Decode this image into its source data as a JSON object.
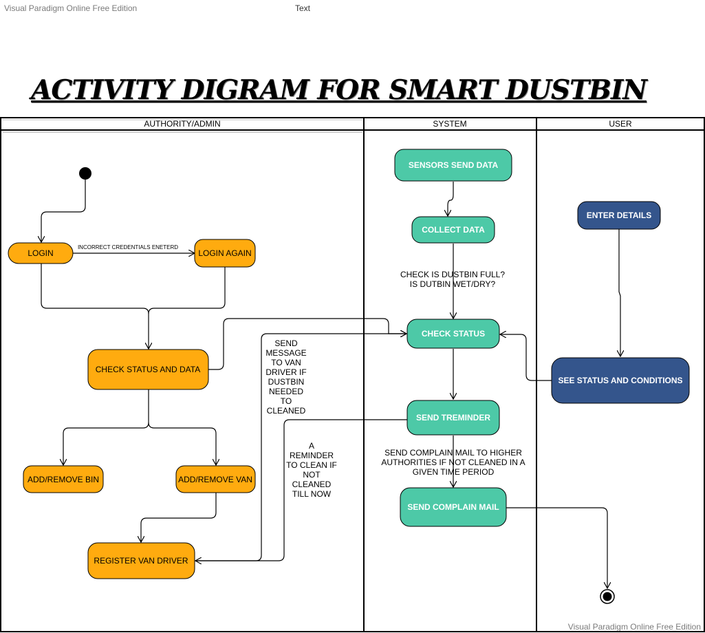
{
  "watermark_top": "Visual Paradigm Online Free Edition",
  "watermark_bottom": "Visual Paradigm Online Free Edition",
  "header_text": "Text",
  "title": "ACTIVITY DIGRAM FOR  SMART DUSTBIN",
  "lanes": {
    "admin": "AUTHORITY/ADMIN",
    "system": "SYSTEM",
    "user": "USER"
  },
  "nodes": {
    "login": "LOGIN",
    "login_again": "LOGIN AGAIN",
    "check_status_and_data": "CHECK STATUS AND DATA",
    "add_remove_bin": "ADD/REMOVE BIN",
    "add_remove_van": "ADD/REMOVE VAN",
    "register_van_driver": "REGISTER VAN DRIVER",
    "sensors_send_data": "SENSORS SEND DATA",
    "collect_data": "COLLECT DATA",
    "check_status": "CHECK STATUS",
    "send_treminder": "SEND TREMINDER",
    "send_complain_mail": "SEND COMPLAIN MAIL",
    "enter_details": "ENTER DETAILS",
    "see_status_and_conditions": "SEE STATUS AND CONDITIONS"
  },
  "labels": {
    "incorrect_credentials": "INCORRECT CREDENTIALS ENETERD",
    "check_full": [
      "CHECK IS DUSTBIN FULL?",
      "IS DUTBIN WET/DRY?"
    ],
    "send_message": [
      "SEND",
      "MESSAGE",
      "TO VAN",
      "DRIVER IF",
      "DUSTBIN",
      "NEEDED",
      "TO",
      "CLEANED"
    ],
    "reminder": [
      "A",
      "REMINDER",
      "TO CLEAN IF",
      "NOT",
      "CLEANED",
      "TILL NOW"
    ],
    "complain_mail": [
      "SEND COMPLAIN MAIL TO HIGHER",
      "AUTHORITIES IF NOT CLEANED IN A",
      "GIVEN TIME PERIOD"
    ]
  },
  "colors": {
    "admin": "#ffab0f",
    "system": "#4dc9a7",
    "user": "#34558c"
  }
}
